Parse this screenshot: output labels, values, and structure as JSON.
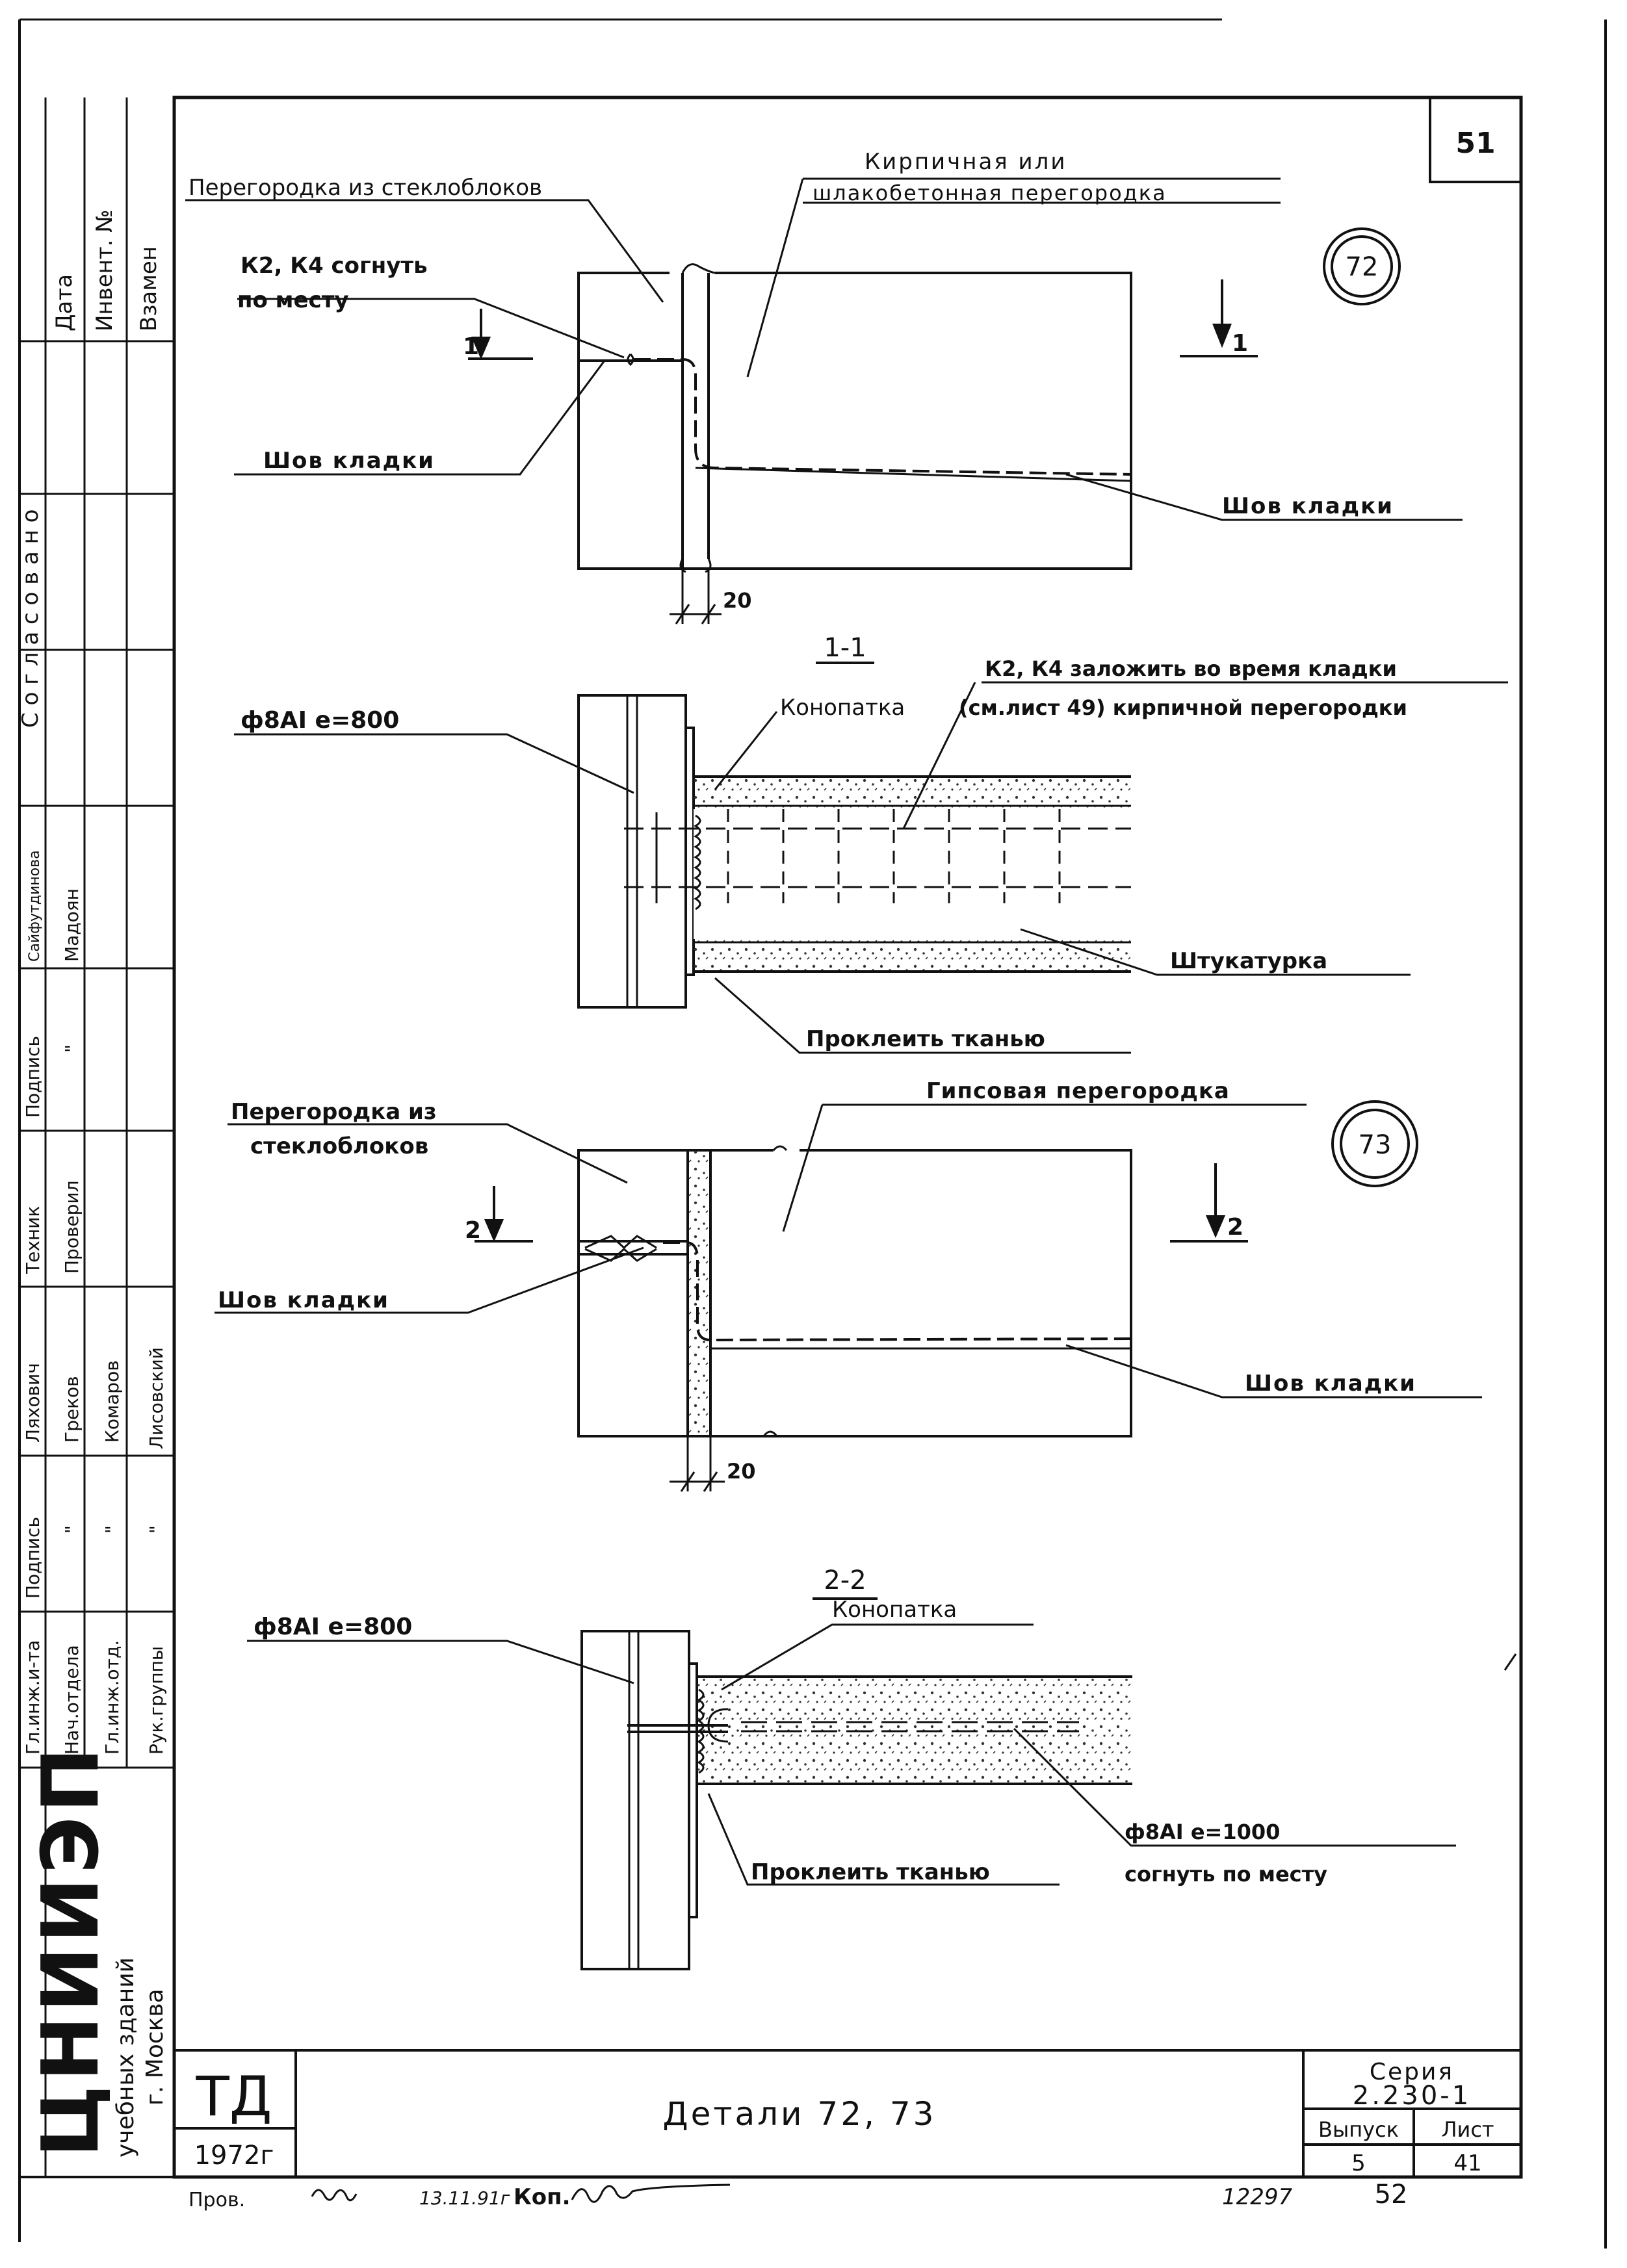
{
  "sheet_number": "51",
  "top": {
    "label_glass_partition": "Перегородка из стеклоблоков",
    "label_brick_partition_1": "Кирпичная    или",
    "label_brick_partition_2": "шлакобетонная перегородка",
    "label_k2k4_1": "К2, К4  согнуть",
    "label_k2k4_2": "по    месту",
    "label_joint_left": "Шов кладки",
    "label_joint_right": "Шов кладки",
    "detail_marker": "72",
    "cut_left": "1",
    "cut_right": "1",
    "dimension": "20"
  },
  "section_1": {
    "title": "1-1",
    "label_rebar": "ф8АI  е=800",
    "label_caulk": "Конопатка",
    "label_k2k4_line1": "К2, К4 заложить во время кладки",
    "label_k2k4_line2": "(см.лист 49) кирпичной перегородки",
    "label_plaster": "Штукатурка",
    "label_fabric": "Проклеить тканью"
  },
  "middle": {
    "label_glass_partition_1": "Перегородка из",
    "label_glass_partition_2": "стеклоблоков",
    "label_gypsum_partition": "Гипсовая перегородка",
    "label_joint_left": "Шов кладки",
    "label_joint_right": "Шов кладки",
    "detail_marker": "73",
    "cut_left": "2",
    "cut_right": "2",
    "dimension": "20"
  },
  "section_2": {
    "title": "2-2",
    "label_rebar": "ф8АI   е=800",
    "label_caulk": "Конопатка",
    "label_rebar_bend_1": "ф8АI  е=1000",
    "label_rebar_bend_2": "согнуть по месту",
    "label_fabric": "Проклеить тканью"
  },
  "left_strip": {
    "date": "Дата",
    "inventory": "Инвент. №",
    "replace": "Взамен",
    "agreed": "С о г л а с о в а н о",
    "org_main": "ЦНИИЭП",
    "org_line1": "учебных зданий",
    "org_line2": "г. Москва",
    "sig_col1": [
      "Гл.инж.и-та",
      "Подпись",
      "Ляхович",
      "Техник",
      "Подпись",
      "Сайфутдинова"
    ],
    "sig_col2": [
      "Нач.отдела",
      "\"",
      "Греков",
      "Проверил",
      "\"",
      "Мадоян"
    ],
    "sig_col3": [
      "Гл.инж.отд.",
      "\"",
      "Комаров",
      "",
      "",
      ""
    ],
    "sig_col4": [
      "Рук.группы",
      "\"",
      "Лисовский",
      "",
      "",
      ""
    ]
  },
  "title_block": {
    "org_code": "ТД",
    "year": "1972г",
    "title": "Детали     72, 73",
    "series_label": "Серия",
    "series_value": "2.230-1",
    "issue_label": "Выпуск",
    "issue_value": "5",
    "sheet_label": "Лист",
    "sheet_value": "41"
  },
  "footer": {
    "checked": "Пров.",
    "date": "13.11.91г",
    "copy": "Коп.",
    "doc_number": "12297",
    "page": "52"
  }
}
